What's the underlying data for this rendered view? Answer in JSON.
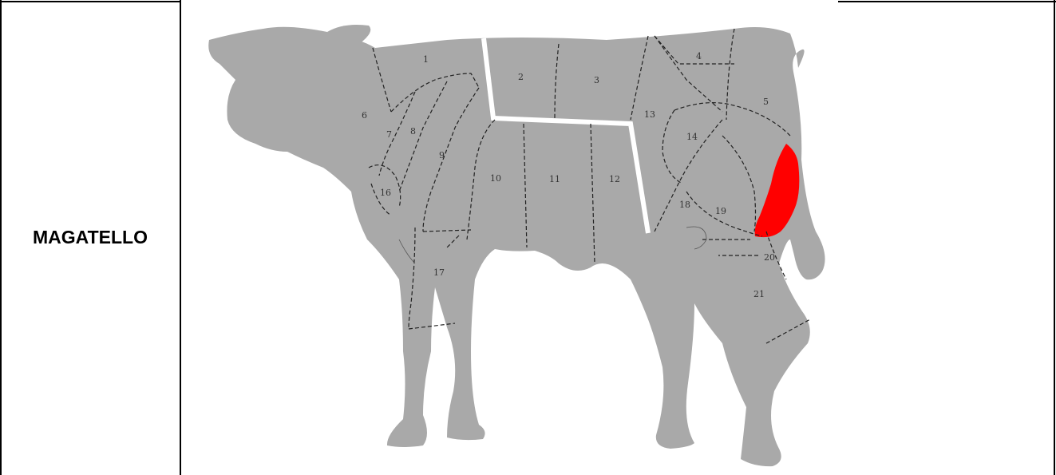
{
  "row": {
    "label": "MAGATELLO"
  },
  "highlight_color": "#ff0000",
  "body_color": "#a9a9a9",
  "cuts": [
    "1",
    "2",
    "3",
    "4",
    "5",
    "6",
    "7",
    "8",
    "9",
    "10",
    "11",
    "12",
    "13",
    "14",
    "16",
    "17",
    "18",
    "19",
    "20",
    "21"
  ]
}
